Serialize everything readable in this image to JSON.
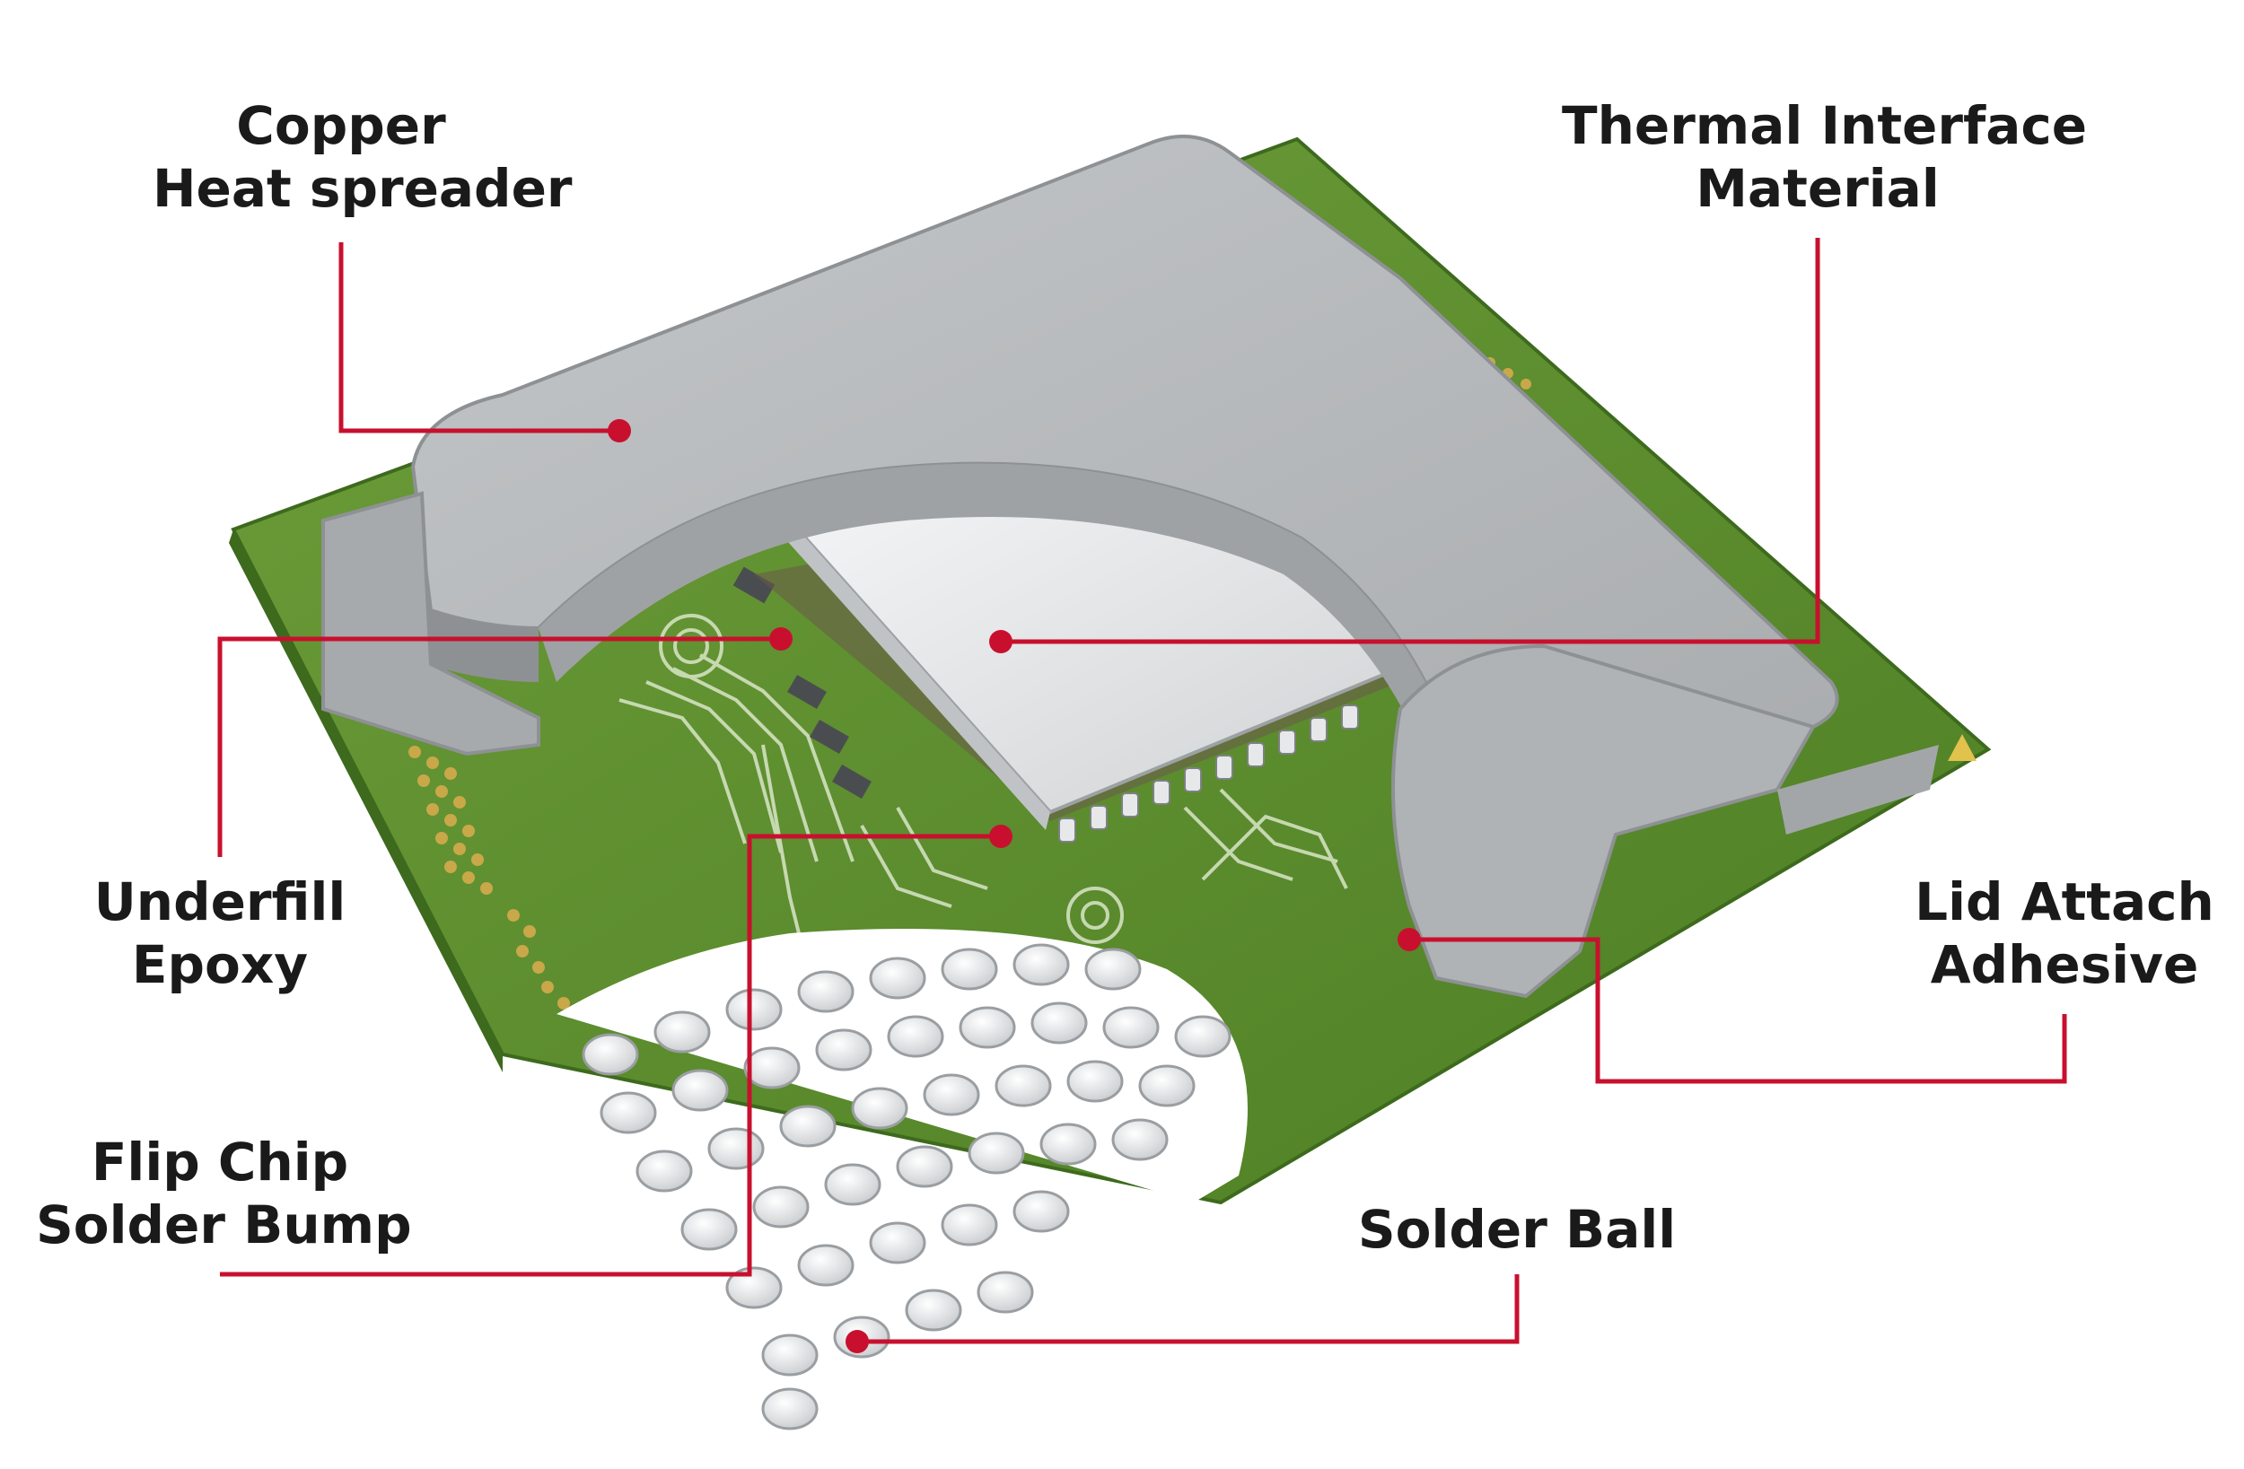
{
  "colors": {
    "leader": "#c8102e",
    "pcb_green": "#5f8f2f",
    "pcb_dark": "#3d6a1d",
    "lid_gray": "#b5b8ba",
    "lid_light": "#d4d7d9",
    "lid_dark": "#8e9194",
    "die_silver": "#e8eaeb",
    "pad_gold": "#c9a84a",
    "ball_white": "#f1f2f3",
    "label_text": "#1a1a1a"
  },
  "labels": {
    "copper_heat_spreader": {
      "line1": "Copper",
      "line2": "Heat spreader"
    },
    "thermal_interface_material": {
      "line1": "Thermal Interface",
      "line2": "Material"
    },
    "underfill_epoxy": {
      "line1": "Underfill",
      "line2": "Epoxy"
    },
    "lid_attach_adhesive": {
      "line1": "Lid Attach",
      "line2": "Adhesive"
    },
    "flip_chip_solder_bump": {
      "line1": "Flip Chip",
      "line2": "Solder Bump"
    },
    "solder_ball": {
      "line1": "Solder Ball"
    }
  },
  "icons": {
    "corner_marker": "triangle-marker-icon"
  }
}
